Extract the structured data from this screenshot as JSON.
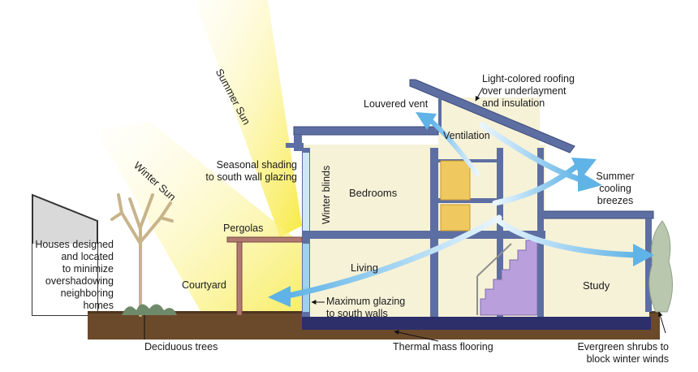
{
  "labels": {
    "summer_sun": "Summer Sun",
    "winter_sun": "Winter Sun",
    "light_roofing": [
      "Light-colored roofing",
      "over underlayment",
      "and insulation"
    ],
    "louvered_vent": "Louvered vent",
    "ventilation": "Ventilation",
    "seasonal_shading": [
      "Seasonal shading",
      "to south wall glazing"
    ],
    "winter_blinds": "Winter blinds",
    "bedrooms": "Bedrooms",
    "summer_breezes": [
      "Summer",
      "cooling",
      "breezes"
    ],
    "houses_designed": [
      "Houses designed",
      "and located",
      "to minimize",
      "overshadowing",
      "neighboring",
      "homes"
    ],
    "pergolas": "Pergolas",
    "courtyard": "Courtyard",
    "living": "Living",
    "study": "Study",
    "max_glazing": [
      "Maximum glazing",
      "to south walls"
    ],
    "deciduous_trees": "Deciduous trees",
    "thermal_mass": "Thermal mass flooring",
    "evergreen_shrubs": [
      "Evergreen shrubs to",
      "block winter winds"
    ]
  },
  "colors": {
    "ground": "#6b4a2b",
    "wall_fill": "#f6f2d8",
    "frame": "#5d6fa2",
    "frame_dark": "#3d4a7a",
    "sun_yellow": "#f7e93a",
    "arrow_blue": "#5fb3e6",
    "stair": "#b9a0dd",
    "door": "#f0c860",
    "pergola": "#b07a70"
  }
}
